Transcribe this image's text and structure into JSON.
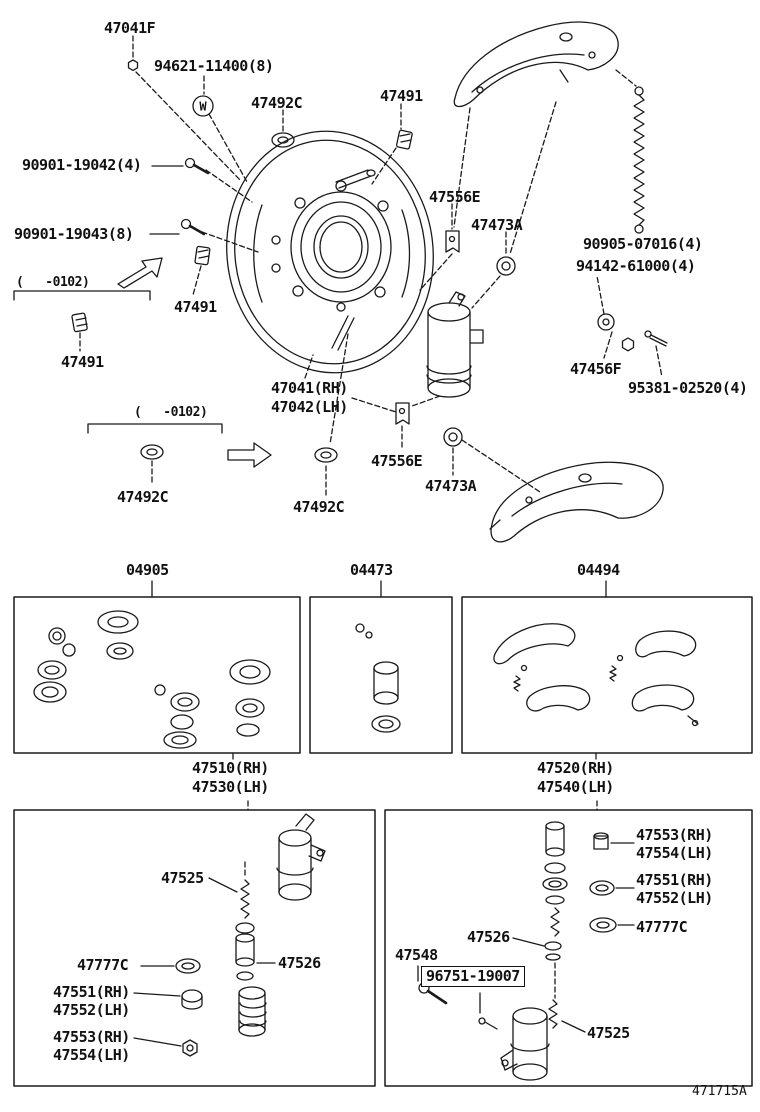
{
  "doc_code": "471715A",
  "symbols": {
    "washer_mark": "W"
  },
  "callouts": {
    "anchor_47041F": "47041F",
    "washer_94621": "94621-11400(8)",
    "grommet_47492C_a": "47492C",
    "clip_47491_a": "47491",
    "bolt_90901_19042": "90901-19042(4)",
    "clip_47556E_a": "47556E",
    "plug_47473A_a": "47473A",
    "bolt_90901_19043": "90901-19043(8)",
    "spring_90905": "90905-07016(4)",
    "washer_94142": "94142-61000(4)",
    "range_note_a": "(   -0102)",
    "clip_47491_b": "47491",
    "anchor_47456F": "47456F",
    "screw_95381": "95381-02520(4)",
    "clip_47491_c": "47491",
    "plate_rh": "47041(RH)",
    "plate_lh": "47042(LH)",
    "range_note_b": "(   -0102)",
    "clip_47556E_b": "47556E",
    "plug_47473A_b": "47473A",
    "grommet_47492C_b": "47492C",
    "grommet_47492C_c": "47492C",
    "kit_04905": "04905",
    "kit_04473": "04473",
    "kit_04494": "04494",
    "cyl_front_rh": "47510(RH)",
    "cyl_front_lh": "47530(LH)",
    "cyl_rear_rh": "47520(RH)",
    "cyl_rear_lh": "47540(LH)",
    "spring_47525_l": "47525",
    "piston_47526_l": "47526",
    "washer_47777C_l": "47777C",
    "cup_47551_l": "47551(RH)",
    "cup_47552_l": "47552(LH)",
    "piston_47553_l": "47553(RH)",
    "piston_47554_l": "47554(LH)",
    "piston_47553_r": "47553(RH)",
    "piston_47554_r": "47554(LH)",
    "cup_47551_r": "47551(RH)",
    "cup_47552_r": "47552(LH)",
    "washer_47777C_r": "47777C",
    "piston_47526_r": "47526",
    "bolt_47548": "47548",
    "pin_96751": "96751-19007",
    "spring_47525_r": "47525"
  }
}
